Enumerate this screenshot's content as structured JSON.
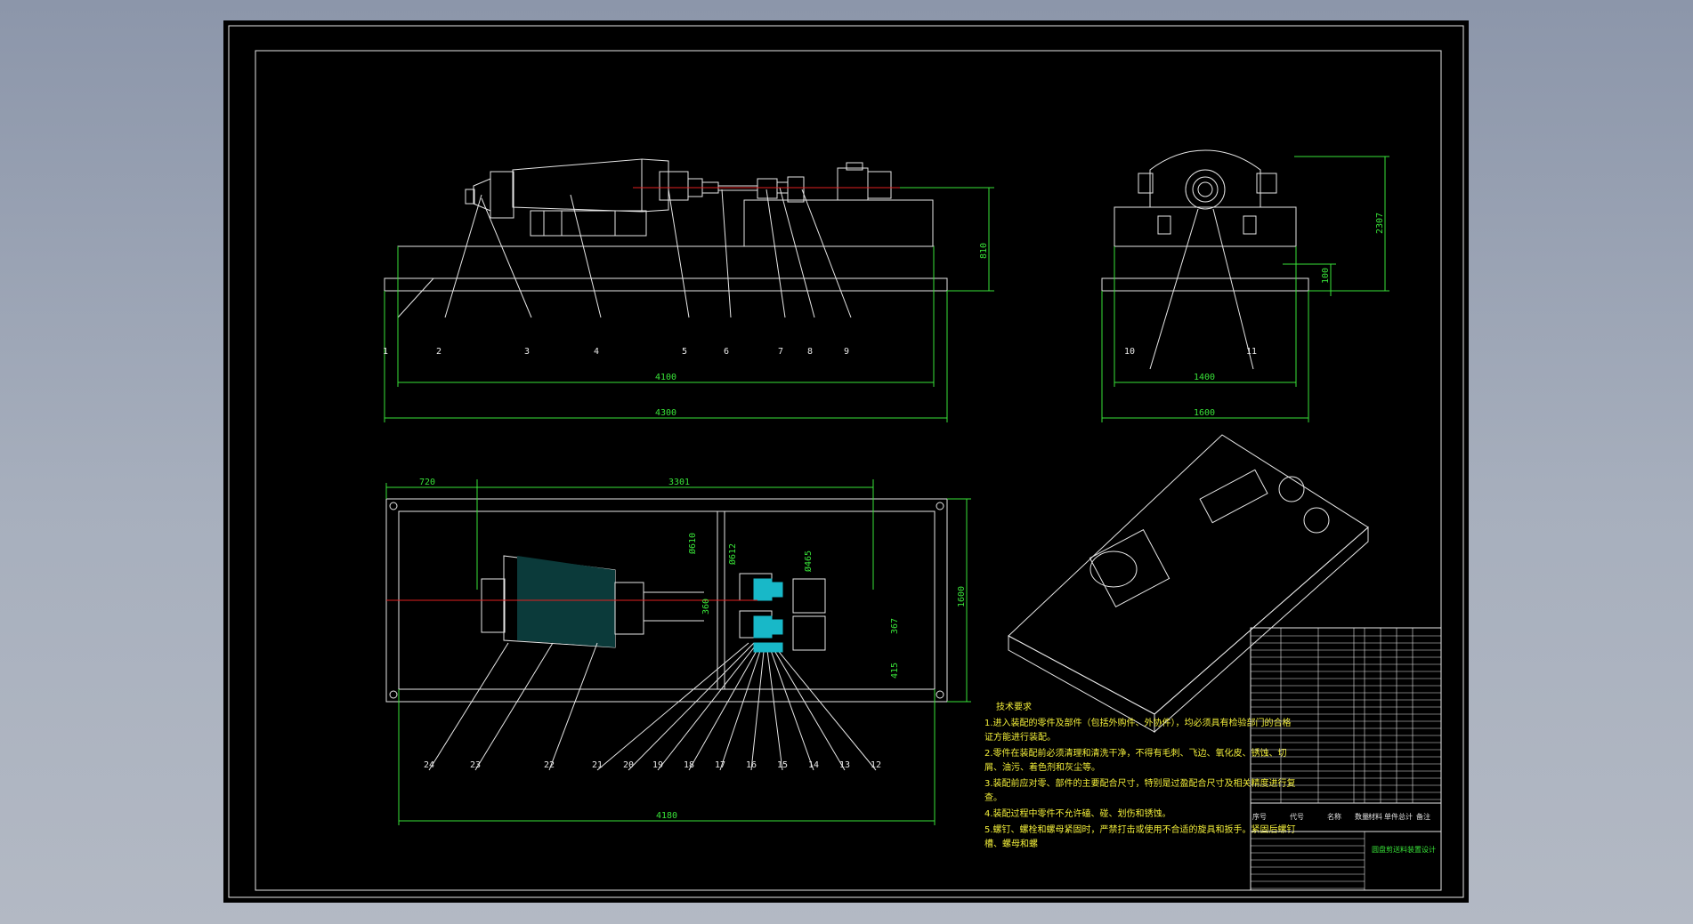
{
  "drawing": {
    "front_view": {
      "part_labels": [
        "1",
        "2",
        "3",
        "4",
        "5",
        "6",
        "7",
        "8",
        "9"
      ],
      "dims": {
        "inner_width": "4100",
        "overall_width": "4300",
        "height": "810"
      }
    },
    "side_view": {
      "part_labels": [
        "10",
        "11"
      ],
      "dims": {
        "inner_width": "1400",
        "overall_width": "1600",
        "base_height": "100",
        "height": "2307"
      }
    },
    "plan_view": {
      "part_labels": [
        "24",
        "23",
        "22",
        "21",
        "20",
        "19",
        "18",
        "17",
        "16",
        "15",
        "14",
        "13",
        "12"
      ],
      "dims": {
        "left_offset": "720",
        "main_span": "3301",
        "height": "1600",
        "lower_width": "4180",
        "detail_1": "Ø610",
        "detail_2": "Ø612",
        "detail_3": "Ø465",
        "detail_4": "360",
        "detail_5": "367",
        "detail_6": "415"
      }
    },
    "tech_notes": {
      "heading": "技术要求",
      "lines": [
        "1.进入装配的零件及部件（包括外购件、外协件），均必须具有检验部门的合格",
        "证方能进行装配。",
        "2.零件在装配前必须清理和清洗干净，不得有毛刺、飞边、氧化皮、锈蚀、切",
        "屑、油污、着色剂和灰尘等。",
        "3.装配前应对零、部件的主要配合尺寸，特别是过盈配合尺寸及相关精度进行复",
        "查。",
        "4.装配过程中零件不允许磕、碰、划伤和锈蚀。",
        "5.螺钉、螺栓和螺母紧固时，严禁打击或使用不合适的旋具和扳手。紧固后螺钉",
        "槽、螺母和螺"
      ]
    },
    "title_block": {
      "header": [
        "序号",
        "代号",
        "名称",
        "数量",
        "材料",
        "单件",
        "总计",
        "备注"
      ],
      "drawing_title": "圆盘剪送料装置设计"
    }
  }
}
